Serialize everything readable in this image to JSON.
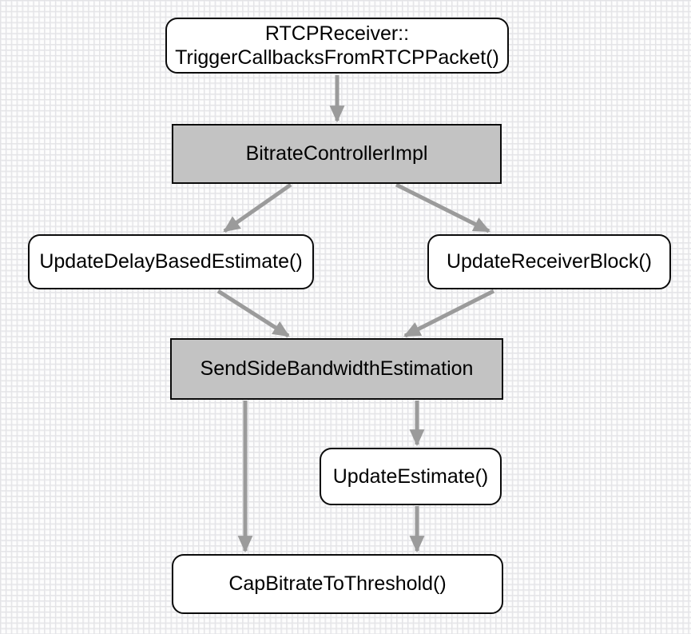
{
  "diagram": {
    "description": "Call flow diagram for RTCP-driven bandwidth estimation",
    "colors": {
      "node_fill_default": "#ffffff",
      "node_fill_highlight": "#c3c3c3",
      "node_border": "#0b0b0b",
      "arrow": "#9b9b9b",
      "grid_line": "#e3e3e6",
      "background": "#fdfdfd"
    },
    "nodes": [
      {
        "id": "rtcp_receiver",
        "label": "RTCPReceiver::\nTriggerCallbacksFromRTCPPacket()",
        "shape": "rounded",
        "fill": "white"
      },
      {
        "id": "bitrate_controller_impl",
        "label": "BitrateControllerImpl",
        "shape": "rect",
        "fill": "gray"
      },
      {
        "id": "update_delay_based_estimate",
        "label": "UpdateDelayBasedEstimate()",
        "shape": "rounded",
        "fill": "white"
      },
      {
        "id": "update_receiver_block",
        "label": "UpdateReceiverBlock()",
        "shape": "rounded",
        "fill": "white"
      },
      {
        "id": "send_side_bandwidth_estimation",
        "label": "SendSideBandwidthEstimation",
        "shape": "rect",
        "fill": "gray"
      },
      {
        "id": "update_estimate",
        "label": "UpdateEstimate()",
        "shape": "rounded",
        "fill": "white"
      },
      {
        "id": "cap_bitrate_to_threshold",
        "label": "CapBitrateToThreshold()",
        "shape": "rounded",
        "fill": "white"
      }
    ],
    "edges": [
      {
        "from": "rtcp_receiver",
        "to": "bitrate_controller_impl"
      },
      {
        "from": "bitrate_controller_impl",
        "to": "update_delay_based_estimate"
      },
      {
        "from": "bitrate_controller_impl",
        "to": "update_receiver_block"
      },
      {
        "from": "update_delay_based_estimate",
        "to": "send_side_bandwidth_estimation"
      },
      {
        "from": "update_receiver_block",
        "to": "send_side_bandwidth_estimation"
      },
      {
        "from": "send_side_bandwidth_estimation",
        "to": "cap_bitrate_to_threshold"
      },
      {
        "from": "send_side_bandwidth_estimation",
        "to": "update_estimate"
      },
      {
        "from": "update_estimate",
        "to": "cap_bitrate_to_threshold"
      }
    ]
  }
}
